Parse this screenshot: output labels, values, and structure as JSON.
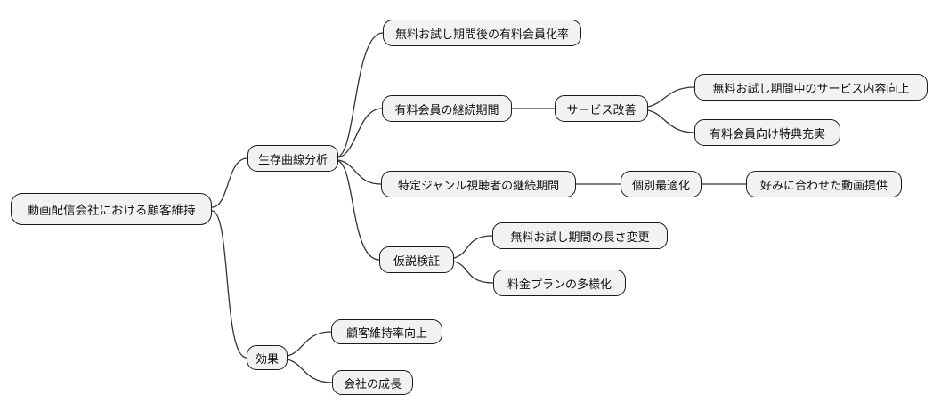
{
  "diagram": {
    "type": "mindmap",
    "theme": {
      "background": "#ffffff",
      "node_fill": "#f2f2f2",
      "node_border": "#1a1a1a",
      "edge_color": "#333333"
    }
  },
  "mindmap": {
    "root": {
      "label": "動画配信会社における顧客維持",
      "children": [
        {
          "label": "生存曲線分析",
          "children": [
            {
              "label": "無料お試し期間後の有料会員化率"
            },
            {
              "label": "有料会員の継続期間",
              "children": [
                {
                  "label": "サービス改善",
                  "children": [
                    {
                      "label": "無料お試し期間中のサービス内容向上"
                    },
                    {
                      "label": "有料会員向け特典充実"
                    }
                  ]
                }
              ]
            },
            {
              "label": "特定ジャンル視聴者の継続期間",
              "children": [
                {
                  "label": "個別最適化",
                  "children": [
                    {
                      "label": "好みに合わせた動画提供"
                    }
                  ]
                }
              ]
            },
            {
              "label": "仮説検証",
              "children": [
                {
                  "label": "無料お試し期間の長さ変更"
                },
                {
                  "label": "料金プランの多様化"
                }
              ]
            }
          ]
        },
        {
          "label": "効果",
          "children": [
            {
              "label": "顧客維持率向上"
            },
            {
              "label": "会社の成長"
            }
          ]
        }
      ]
    }
  }
}
